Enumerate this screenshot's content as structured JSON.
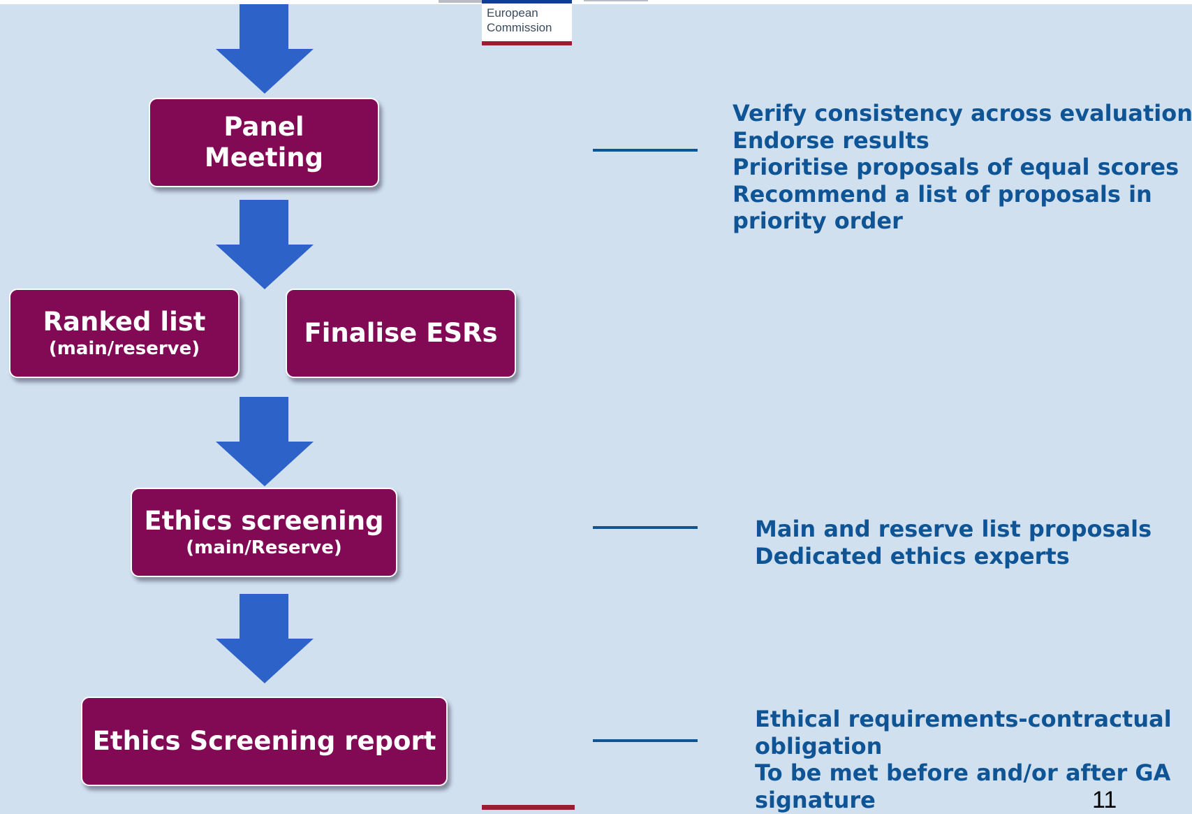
{
  "logo": {
    "line1": "European",
    "line2": "Commission"
  },
  "flow": {
    "panel_meeting": {
      "line1": "Panel",
      "line2": "Meeting"
    },
    "ranked_list": {
      "title": "Ranked list",
      "sub": "(main/reserve)"
    },
    "finalise_esrs": {
      "title": "Finalise ESRs"
    },
    "ethics_screening": {
      "title": "Ethics screening",
      "sub": "(main/Reserve)"
    },
    "ethics_report": {
      "title": "Ethics Screening report"
    }
  },
  "notes": {
    "panel": [
      "Verify consistency across evaluation",
      "Endorse results",
      "Prioritise proposals of equal scores",
      "Recommend a list of proposals in",
      "priority order"
    ],
    "screening": [
      "Main and reserve list proposals",
      "Dedicated ethics experts"
    ],
    "report": [
      "Ethical requirements-contractual",
      "obligation",
      "To be met before and/or after GA",
      "signature"
    ]
  },
  "page_number": "11",
  "colors": {
    "box": "#820a55",
    "arrow": "#2d62c8",
    "text": "#0f5596",
    "background": "#d0e0ef"
  }
}
